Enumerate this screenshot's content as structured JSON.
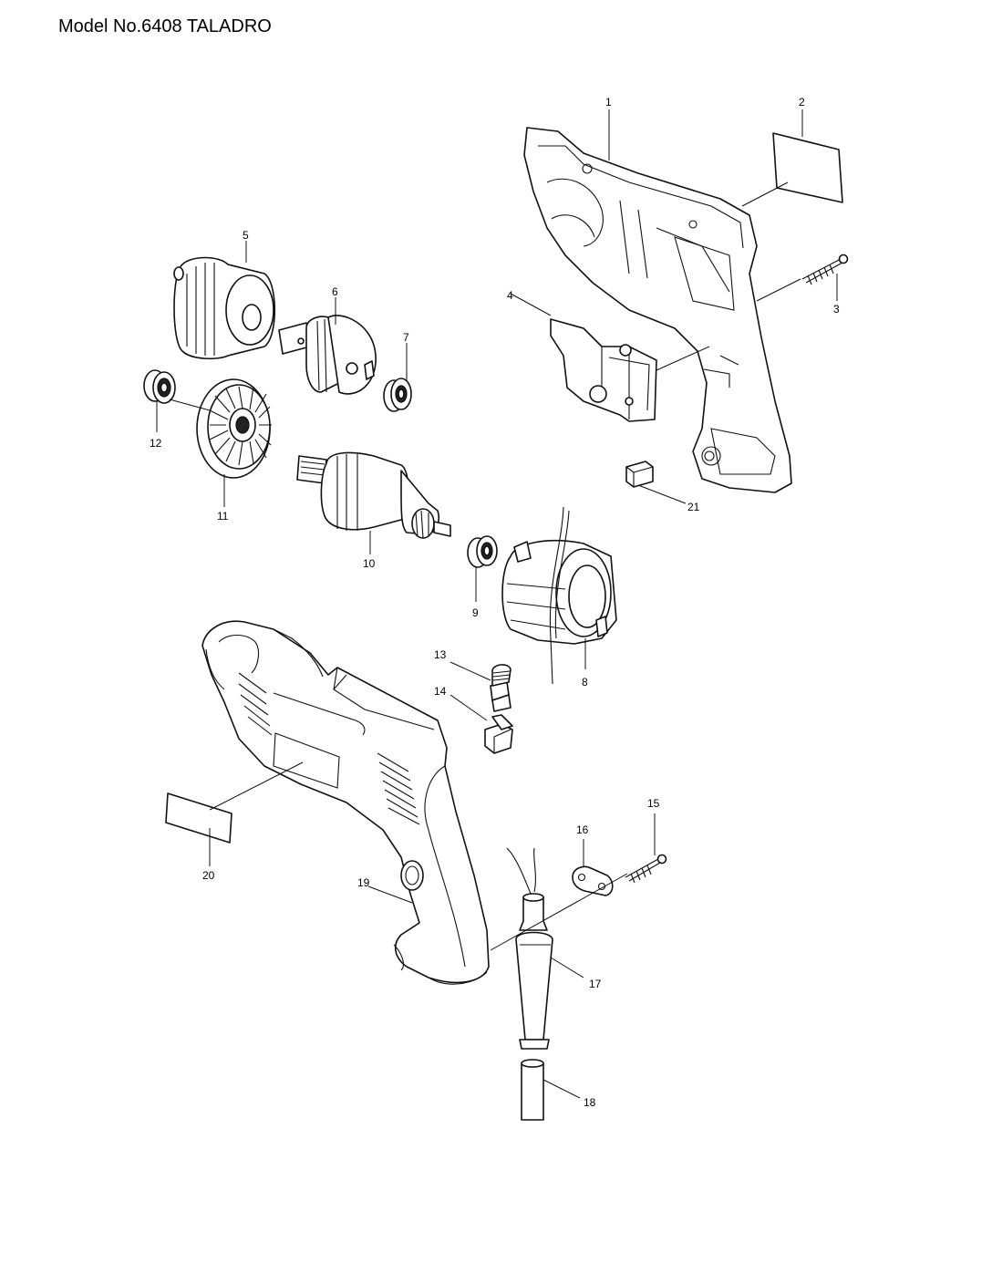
{
  "header": {
    "title": "Model No.6408 TALADRO"
  },
  "callouts": [
    {
      "id": "1",
      "label": "1"
    },
    {
      "id": "2",
      "label": "2"
    },
    {
      "id": "3",
      "label": "3"
    },
    {
      "id": "4",
      "label": "4"
    },
    {
      "id": "5",
      "label": "5"
    },
    {
      "id": "6",
      "label": "6"
    },
    {
      "id": "7",
      "label": "7"
    },
    {
      "id": "8",
      "label": "8"
    },
    {
      "id": "9",
      "label": "9"
    },
    {
      "id": "10",
      "label": "10"
    },
    {
      "id": "11",
      "label": "11"
    },
    {
      "id": "12",
      "label": "12"
    },
    {
      "id": "13",
      "label": "13"
    },
    {
      "id": "14",
      "label": "14"
    },
    {
      "id": "15",
      "label": "15"
    },
    {
      "id": "16",
      "label": "16"
    },
    {
      "id": "17",
      "label": "17"
    },
    {
      "id": "18",
      "label": "18"
    },
    {
      "id": "19",
      "label": "19"
    },
    {
      "id": "20",
      "label": "20"
    },
    {
      "id": "21",
      "label": "21"
    }
  ]
}
